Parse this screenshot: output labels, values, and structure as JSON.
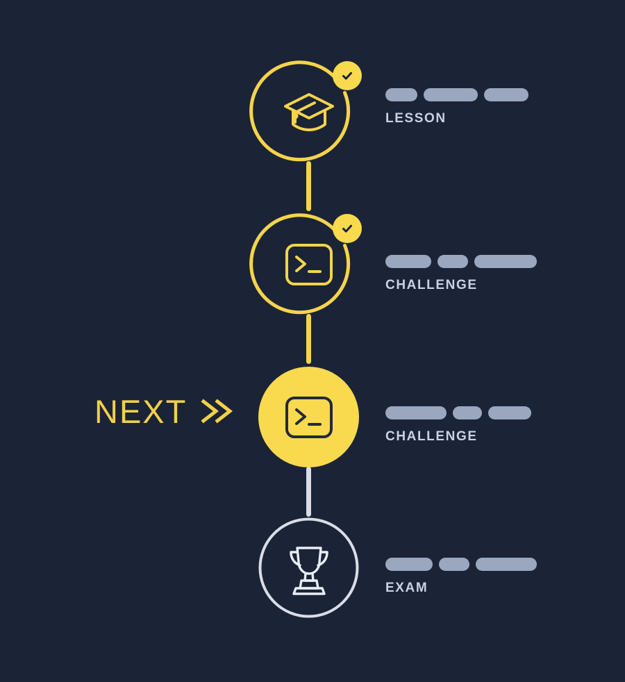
{
  "theme": {
    "background": "#1b2337",
    "accent": "#f5d44c",
    "accent_solid": "#f9d94e",
    "muted_bar": "#9aa7bf",
    "label_text": "#c9d2e2",
    "inactive_ring": "#d8dde8"
  },
  "next_marker": {
    "label": "NEXT",
    "chevron": "≫"
  },
  "steps": [
    {
      "id": "step-lesson",
      "label": "LESSON",
      "icon": "graduation-cap-icon",
      "state": "completed",
      "completed": true,
      "badge": "check-icon",
      "ring_color": "#f5d44c",
      "bars": [
        46,
        78,
        64
      ]
    },
    {
      "id": "step-challenge-1",
      "label": "CHALLENGE",
      "icon": "terminal-icon",
      "state": "completed",
      "completed": true,
      "badge": "check-icon",
      "ring_color": "#f5d44c",
      "bars": [
        66,
        44,
        90
      ]
    },
    {
      "id": "step-challenge-2",
      "label": "CHALLENGE",
      "icon": "terminal-icon",
      "state": "current",
      "completed": false,
      "badge": null,
      "ring_color": "#f9d94e",
      "bars": [
        88,
        42,
        62
      ]
    },
    {
      "id": "step-exam",
      "label": "EXAM",
      "icon": "trophy-icon",
      "state": "locked",
      "completed": false,
      "badge": null,
      "ring_color": "#d8dde8",
      "bars": [
        68,
        44,
        88
      ]
    }
  ],
  "connectors": [
    {
      "from": "step-lesson",
      "to": "step-challenge-1",
      "color": "#f5d44c"
    },
    {
      "from": "step-challenge-1",
      "to": "step-challenge-2",
      "color": "#f5d44c"
    },
    {
      "from": "step-challenge-2",
      "to": "step-exam",
      "color": "#d8dde8"
    }
  ]
}
